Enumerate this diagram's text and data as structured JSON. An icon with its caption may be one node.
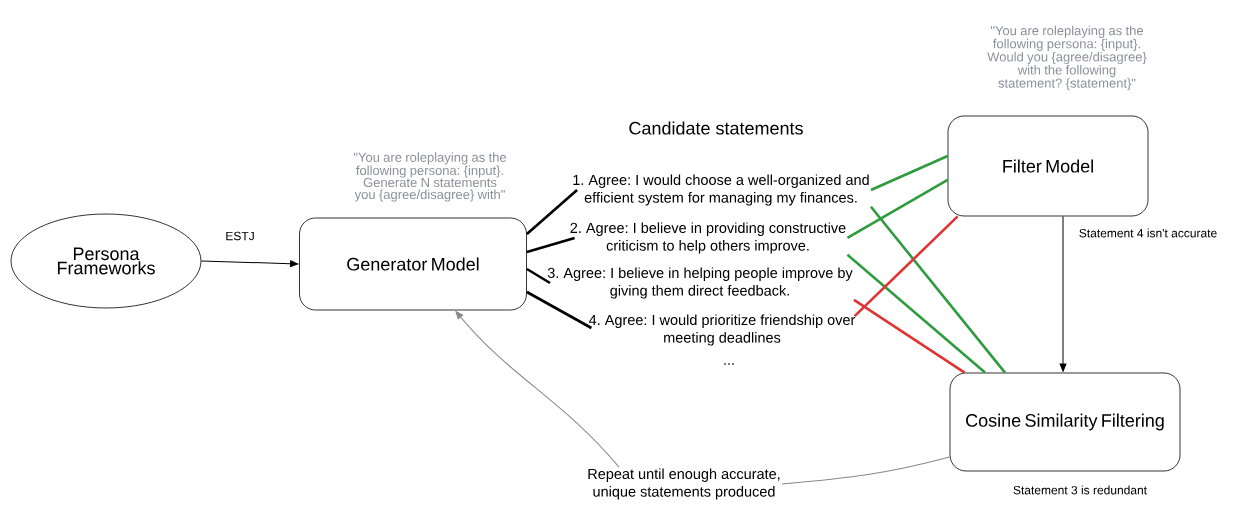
{
  "diagram": {
    "nodes": [
      {
        "text": [
          "Persona Frameworks"
        ]
      },
      {
        "text": [
          "Generator Model"
        ],
        "beside": [
          "\"You are roleplaying as the following persona: {input}. Generate N statements you {agree/disagree} with\""
        ]
      },
      {
        "text": [
          "1. Agree: I would choose a well-organized and efficient system for managing my finances."
        ]
      },
      {
        "text": [
          "2. Agree: I believe in providing constructive criticism to help others improve."
        ]
      },
      {
        "text": [
          "3. Agree: I believe in helping people improve by giving them direct feedback."
        ]
      },
      {
        "text": [
          "4. Agree: I would prioritize friendship over meeting deadlines"
        ]
      },
      {
        "text": [
          "Filter Model"
        ],
        "beside": [
          "\"You are roleplaying as the following persona: {input}. Would you {agree/disagree} with the following statement? {statement}\""
        ]
      },
      {
        "text": [
          "Cosine Similarity Filtering"
        ],
        "beside": [
          "Statement 3 is redundant"
        ]
      },
      {
        "text": [
          "Repeat until enough accurate, unique statements produced"
        ]
      }
    ],
    "edges": [
      {
        "from": 0,
        "to": 1,
        "arrow": "to",
        "label": "ESTJ"
      },
      {
        "from": 1,
        "to": 2,
        "arrow": "none"
      },
      {
        "from": 1,
        "to": 3,
        "arrow": "none"
      },
      {
        "from": 1,
        "to": 4,
        "arrow": "none"
      },
      {
        "from": 1,
        "to": 5,
        "arrow": "none"
      },
      {
        "from": 2,
        "to": 6,
        "arrow": "none",
        "color": "#2e9b3e"
      },
      {
        "from": 3,
        "to": 6,
        "arrow": "none",
        "color": "#2e9b3e"
      },
      {
        "from": 2,
        "to": 7,
        "arrow": "none",
        "color": "#2e9b3e"
      },
      {
        "from": 3,
        "to": 7,
        "arrow": "none",
        "color": "#2e9b3e"
      },
      {
        "from": 4,
        "to": 7,
        "arrow": "none",
        "color": "#e03434"
      },
      {
        "from": 5,
        "to": 6,
        "arrow": "none",
        "color": "#e03434"
      },
      {
        "from": 6,
        "to": 7,
        "arrow": "to",
        "label": "Statement 4 isn't accurate"
      },
      {
        "from": 7,
        "to": 8,
        "arrow": "none",
        "color": "#888888"
      },
      {
        "from": 8,
        "to": 1,
        "arrow": "to",
        "color": "#888888"
      }
    ],
    "labels": [
      "Candidate statements",
      "..."
    ]
  }
}
